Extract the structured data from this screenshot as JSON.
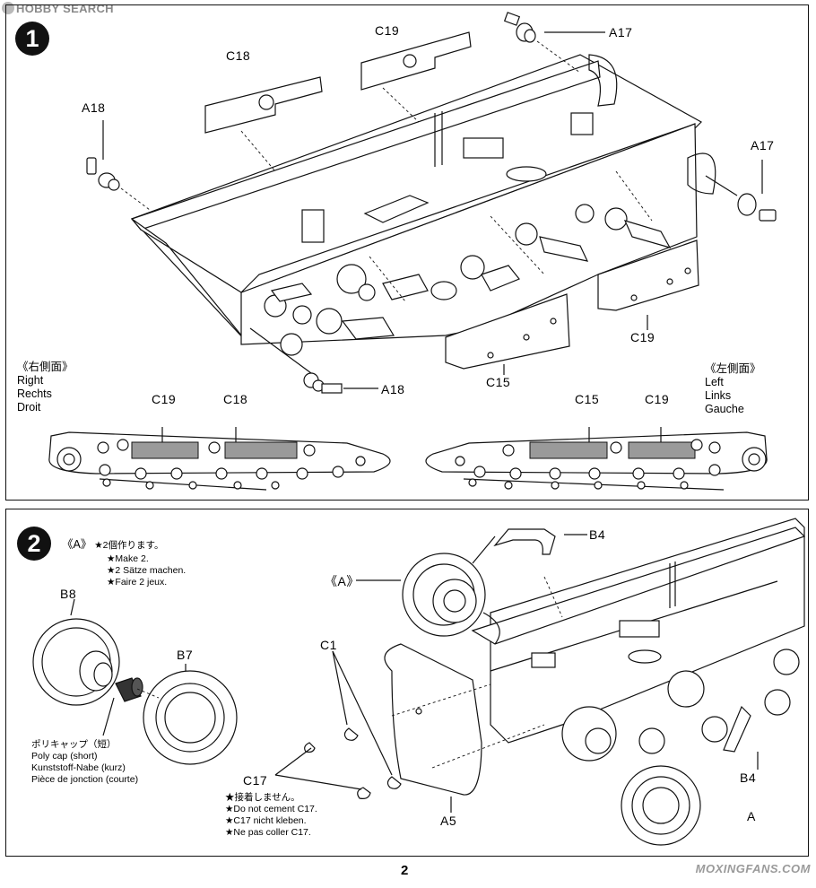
{
  "watermark_top": "HOBBY SEARCH",
  "watermark_bottom": "MOXINGFANS.COM",
  "page_number": "2",
  "step1": {
    "number": "1",
    "parts": {
      "c18_top": "C18",
      "c19_top": "C19",
      "a17_top": "A17",
      "a18_left": "A18",
      "a17_right": "A17",
      "c19_mid": "C19",
      "a18_bottom": "A18",
      "c15_mid": "C15",
      "c19_diagL": "C19",
      "c18_diagL": "C18",
      "c15_diagR": "C15",
      "c19_diagR": "C19"
    },
    "right_side": {
      "jp": "《右側面》",
      "en": "Right",
      "de": "Rechts",
      "fr": "Droit"
    },
    "left_side": {
      "jp": "《左側面》",
      "en": "Left",
      "de": "Links",
      "fr": "Gauche"
    }
  },
  "step2": {
    "number": "2",
    "make_two": {
      "ref": "《A》",
      "jp": "★2個作ります。",
      "en": "★Make 2.",
      "de": "★2 Sätze machen.",
      "fr": "★Faire 2 jeux."
    },
    "parts": {
      "b8": "B8",
      "b7": "B7",
      "b4_top": "B4",
      "a_ref_top": "《A》",
      "c1": "C1",
      "c17": "C17",
      "a5": "A5",
      "b4_bottom": "B4",
      "a_ref_bottom": "A"
    },
    "polycap": {
      "jp": "ポリキャップ（短）",
      "en": "Poly cap (short)",
      "de": "Kunststoff-Nabe (kurz)",
      "fr": "Pièce de jonction (courte)"
    },
    "no_cement": {
      "jp": "★接着しません。",
      "en": "★Do not cement C17.",
      "de": "★C17 nicht kleben.",
      "fr": "★Ne pas coller C17."
    }
  }
}
